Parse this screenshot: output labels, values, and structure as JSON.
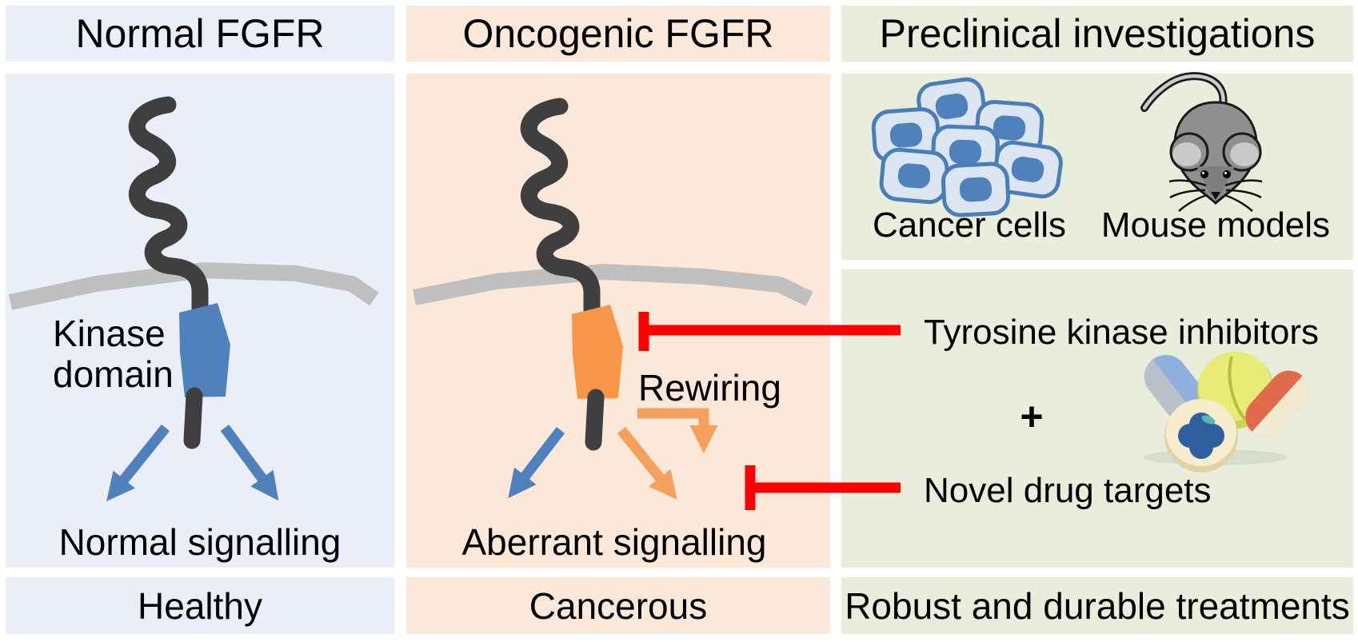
{
  "figure": {
    "description": "Three-panel schematic comparing normal and oncogenic FGFR signalling and preclinical investigation strategies"
  },
  "colors": {
    "panel_blue": "#e9eef8",
    "panel_peach": "#fce8d8",
    "panel_green": "#e8eedb",
    "kinase_blue": "#4f81bd",
    "kinase_orange": "#f79646",
    "arrow_blue": "#4f81bd",
    "arrow_orange": "#f5a15d",
    "inhibitor_red": "#fe0000",
    "receptor_dark": "#3f3f3f",
    "membrane_gray": "#bfbfbf",
    "cell_fill": "#dce6f3",
    "cell_border": "#4a7ebb",
    "cell_nucleus": "#4f81bd",
    "mouse_gray": "#8f8f8f",
    "mouse_ear_inner": "#c9c9c9"
  },
  "panels": {
    "normal": {
      "title": "Normal FGFR",
      "kinase_label": "Kinase domain",
      "signal_label": "Normal signalling",
      "footer": "Healthy"
    },
    "oncogenic": {
      "title": "Oncogenic FGFR",
      "rewiring_label": "Rewiring",
      "signal_label": "Aberrant signalling",
      "footer": "Cancerous"
    },
    "preclinical": {
      "title": "Preclinical investigations",
      "cells_label": "Cancer cells",
      "mouse_label": "Mouse models",
      "tki_label": "Tyrosine kinase inhibitors",
      "plus_sign": "+",
      "targets_label": "Novel drug targets",
      "footer": "Robust and durable treatments"
    }
  }
}
